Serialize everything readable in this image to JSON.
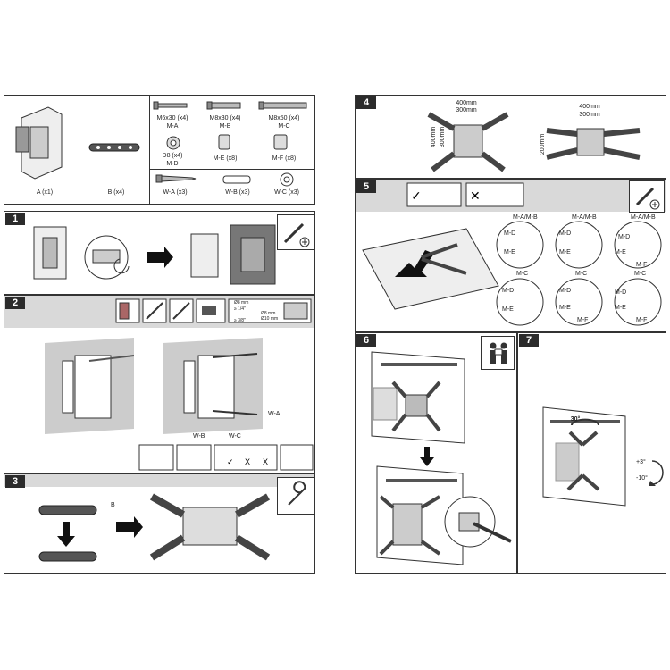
{
  "parts": {
    "kit": [
      {
        "label": "A (x1)"
      },
      {
        "label": "B (x4)"
      }
    ],
    "screws": [
      {
        "name": "M6x30 (x4)",
        "code": "M-A"
      },
      {
        "name": "M8x30 (x4)",
        "code": "M-B"
      },
      {
        "name": "M8x50 (x4)",
        "code": "M-C"
      }
    ],
    "washers": [
      {
        "name": "D8 (x4)",
        "code": "M-D"
      },
      {
        "name": "M-E (x8)",
        "code": ""
      },
      {
        "name": "M-F (x8)",
        "code": ""
      }
    ],
    "wall": [
      {
        "label": "W-A (x3)"
      },
      {
        "label": "W-B (x3)"
      },
      {
        "label": "W-C (x3)"
      }
    ]
  },
  "steps": {
    "s1": "1",
    "s2": "2",
    "s3": "3",
    "s4": "4",
    "s5": "5",
    "s6": "6",
    "s7": "7"
  },
  "step2": {
    "drill_top": "Ø8 mm",
    "drill_mid": "Ø8 mm",
    "drill_bot": "Ø10 mm",
    "depth_a": "≥ 1/4\"",
    "depth_b": "≥ 3/8\"",
    "wb": "W-B",
    "wc": "W-C",
    "wa": "W-A"
  },
  "step3": {
    "b": "B"
  },
  "step4": {
    "left_w": "400mm",
    "left_w2": "300mm",
    "left_h": "400mm",
    "left_h2": "300mm",
    "right_w": "400mm",
    "right_w2": "300mm",
    "right_h": "200mm"
  },
  "step5": {
    "labels": [
      {
        "t": "M-A/M-B"
      },
      {
        "t": "M-D"
      },
      {
        "t": "M-E"
      },
      {
        "t": "M-C"
      },
      {
        "t": "M-F"
      }
    ]
  },
  "step7": {
    "rot": "30°",
    "tilt_up": "+3°",
    "tilt_down": "-10°"
  }
}
